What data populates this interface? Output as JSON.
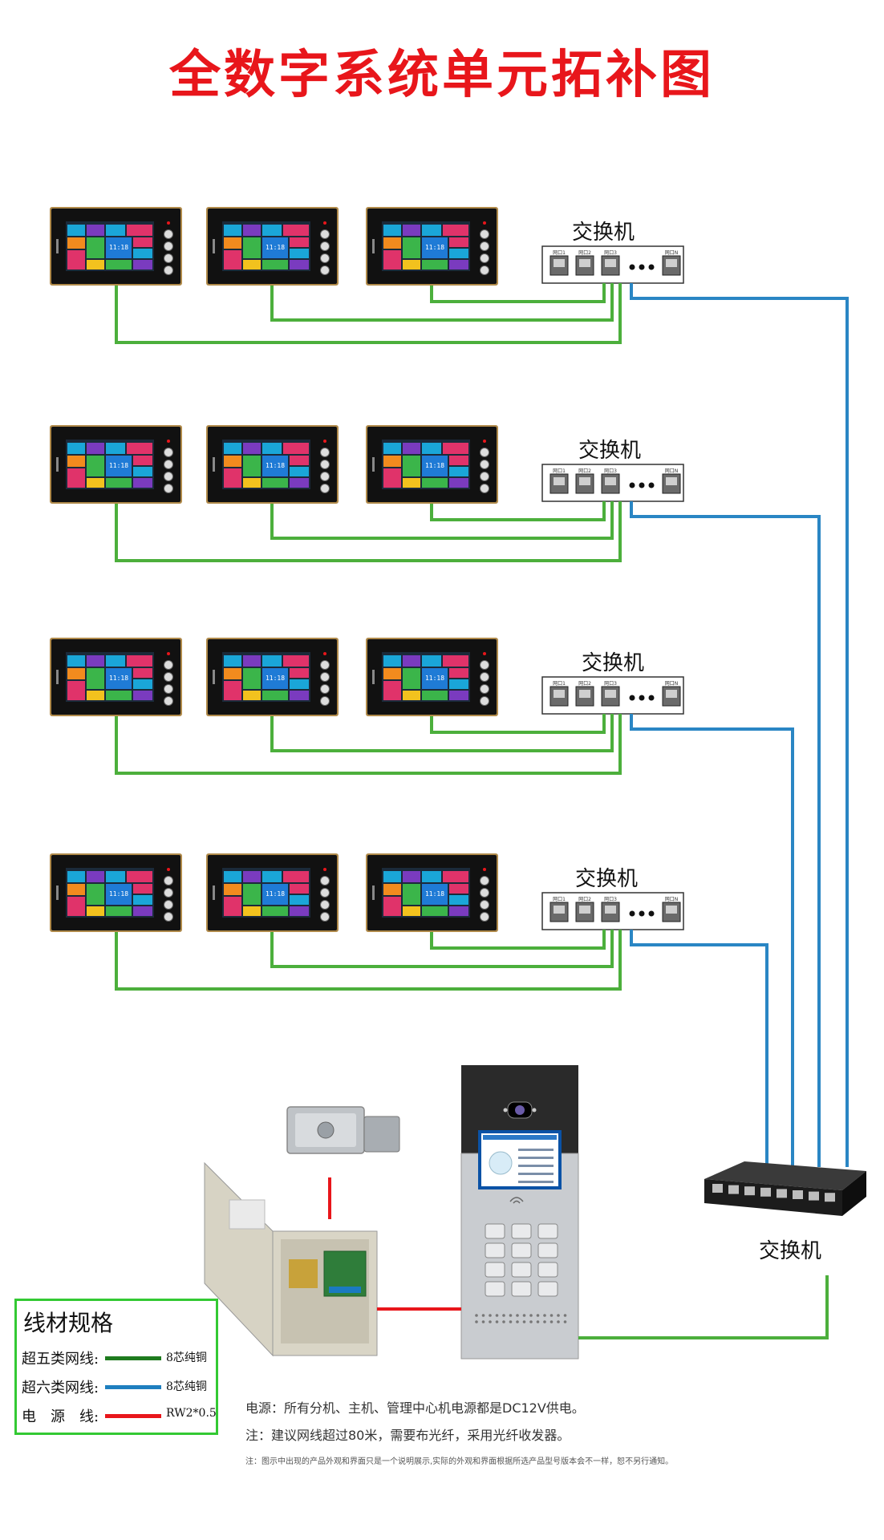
{
  "title": "全数字系统单元拓补图",
  "switch_label": "交换机",
  "port_label": "网口",
  "monitor_screen_time": "11:18",
  "main_switch_label": "交换机",
  "legend": {
    "title": "线材规格",
    "rows": [
      {
        "name": "超五类网线:",
        "spec": "8芯纯铜",
        "color": "#1e7b1e"
      },
      {
        "name": "超六类网线:",
        "spec": "8芯纯铜",
        "color": "#1e7fbf"
      },
      {
        "name": "电　源　线:",
        "spec": "RW2*0.5",
        "color": "#e8161b"
      }
    ]
  },
  "notes": {
    "power": "电源：所有分机、主机、管理中心机电源都是DC12V供电。",
    "network": "注：建议网线超过80米，需要布光纤，采用光纤收发器。",
    "disclaimer": "注：图示中出现的产品外观和界面只是一个说明展示,实际的外观和界面根据所选产品型号版本会不一样，恕不另行通知。"
  },
  "colors": {
    "title": "#e8161b",
    "cat5": "#4caf3c",
    "cat6": "#2a86c4",
    "power": "#e8161b",
    "legend_border": "#33c933"
  }
}
